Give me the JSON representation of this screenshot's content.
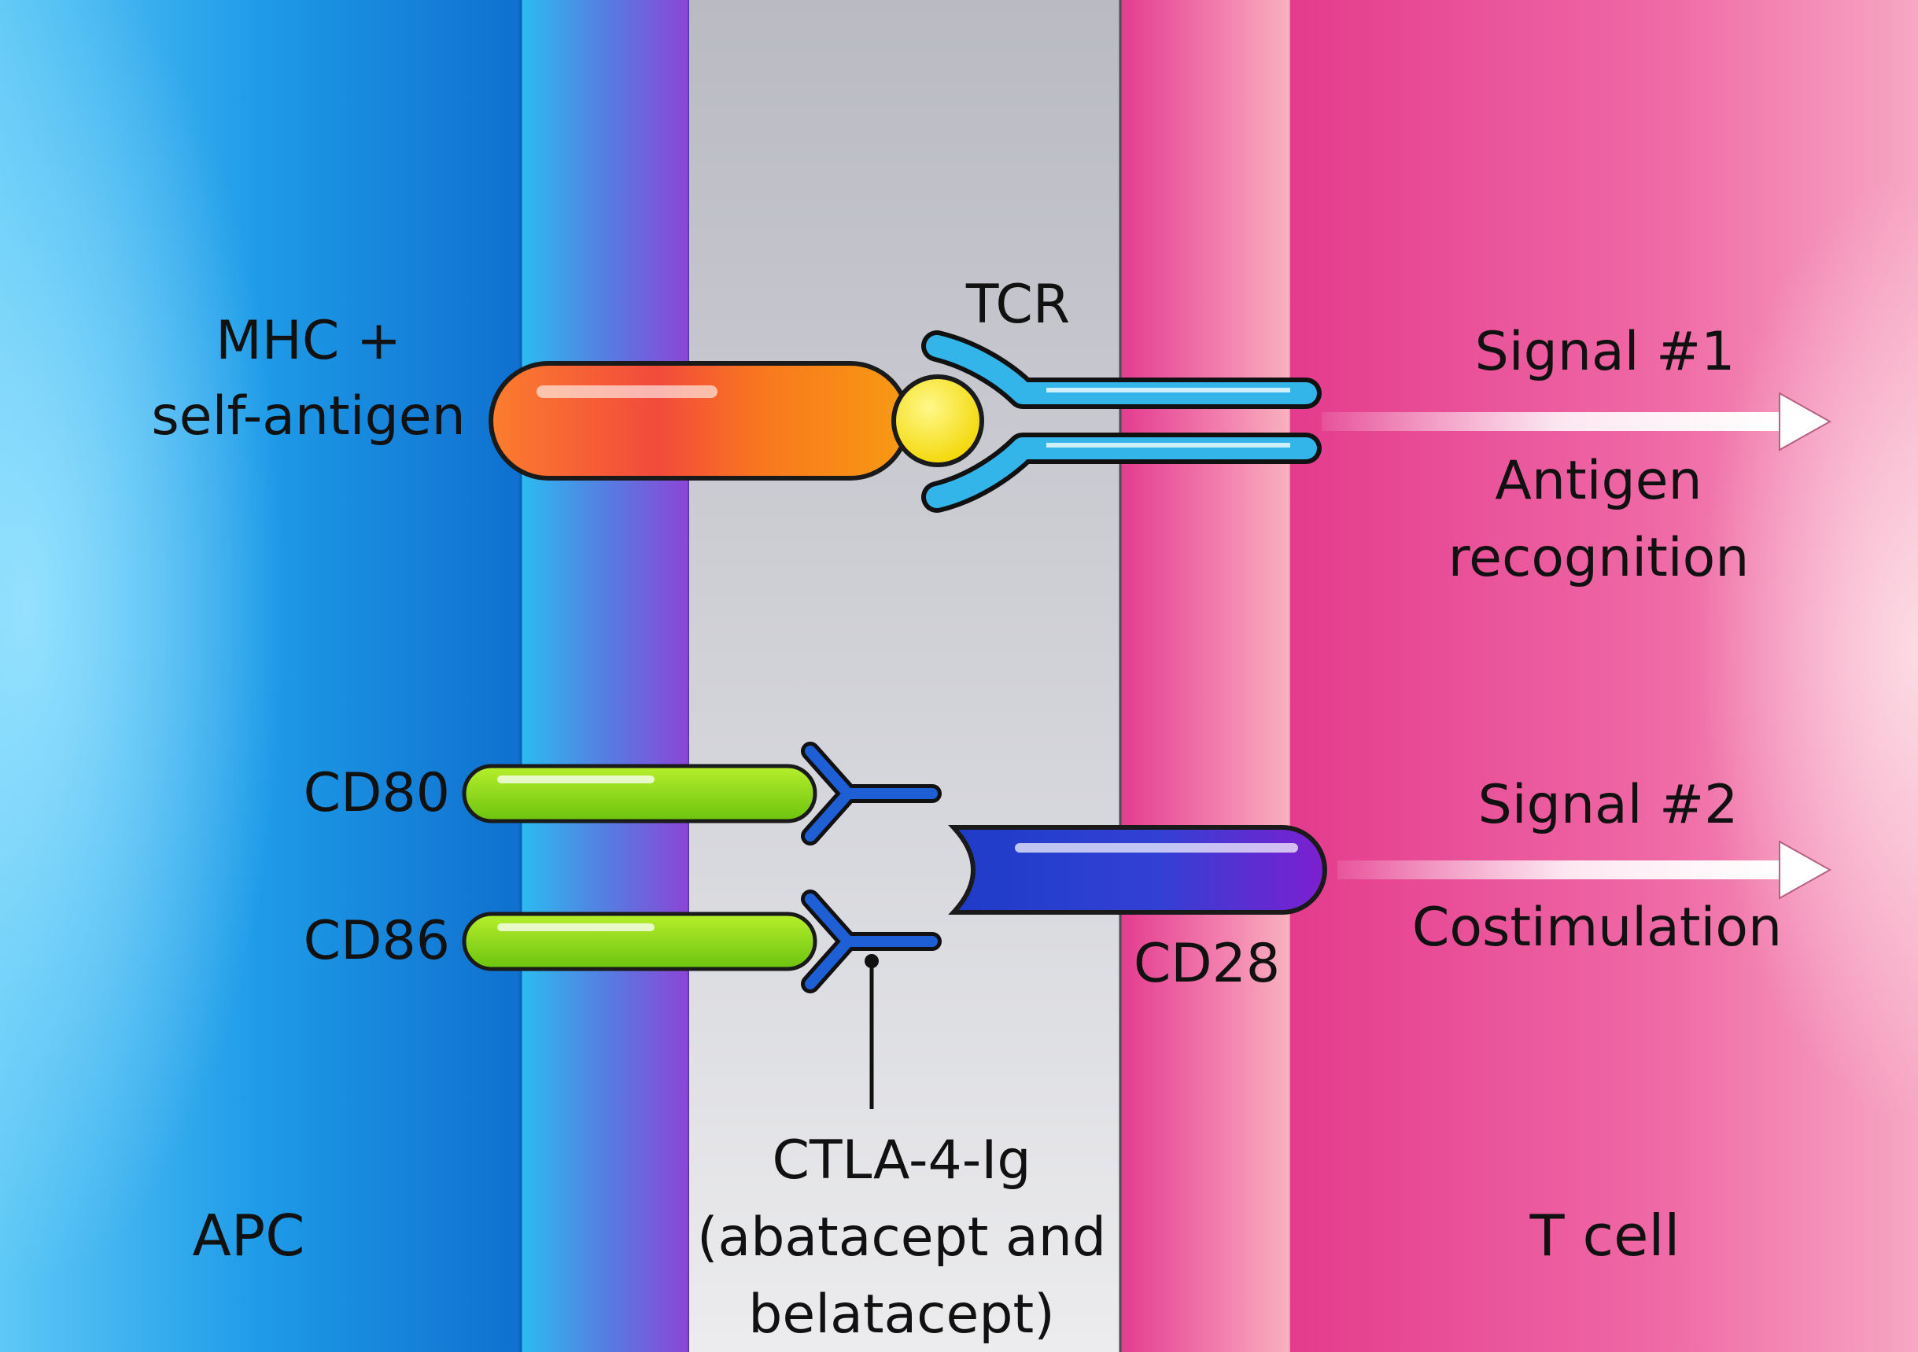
{
  "labels": {
    "mhc_line1": "MHC +",
    "mhc_line2": "self-antigen",
    "tcr": "TCR",
    "signal1": "Signal #1",
    "signal1_desc_line1": "Antigen",
    "signal1_desc_line2": "recognition",
    "cd80": "CD80",
    "cd86": "CD86",
    "cd28": "CD28",
    "signal2": "Signal #2",
    "signal2_desc": "Costimulation",
    "ctla4_line1": "CTLA-4-Ig",
    "ctla4_line2": "(abatacept and",
    "ctla4_line3": "belatacept)",
    "apc": "APC",
    "tcell": "T cell"
  },
  "colors": {
    "apc_blue": "#1e9be8",
    "gap_gray": "#c8c8d0",
    "tcell_pink": "#ea4b98",
    "mhc_orange": "#f76b1c",
    "antigen_yellow": "#f7e40c",
    "tcr_cyan": "#33b5ea",
    "cd80_green": "#8fd61c",
    "ctla4_blue": "#1f5fd6",
    "cd28_indigo": "#2a3fd0",
    "arrow_white": "#ffffff"
  }
}
